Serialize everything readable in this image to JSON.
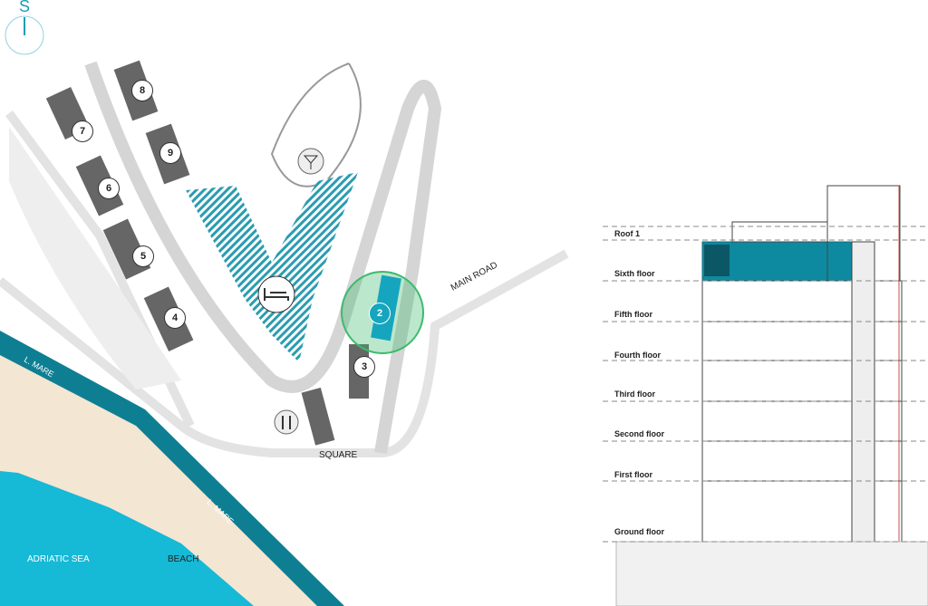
{
  "compass": {
    "direction": "S"
  },
  "map": {
    "sea_label": "ADRIATIC SEA",
    "beach_label": "BEACH",
    "street_labels": [
      "L. MARE",
      "L. MARE"
    ],
    "main_road_label": "MAIN ROAD",
    "square_label": "SQUARE",
    "buildings": [
      "2",
      "3",
      "4",
      "5",
      "6",
      "7",
      "8",
      "9"
    ],
    "highlighted_building": "2",
    "icons": [
      "cocktail-bar-icon",
      "hotel-bed-icon",
      "restaurant-icon"
    ]
  },
  "section": {
    "floors": [
      "Roof 1",
      "Sixth floor",
      "Fifth floor",
      "Fourth floor",
      "Third floor",
      "Second floor",
      "First floor",
      "Ground floor"
    ],
    "highlighted_floor": "Sixth floor"
  },
  "colors": {
    "accent": "#0e8aa0",
    "sea": "#16b9d6",
    "beach": "#f3e6d3",
    "highlight_green": "#3cba6e"
  }
}
